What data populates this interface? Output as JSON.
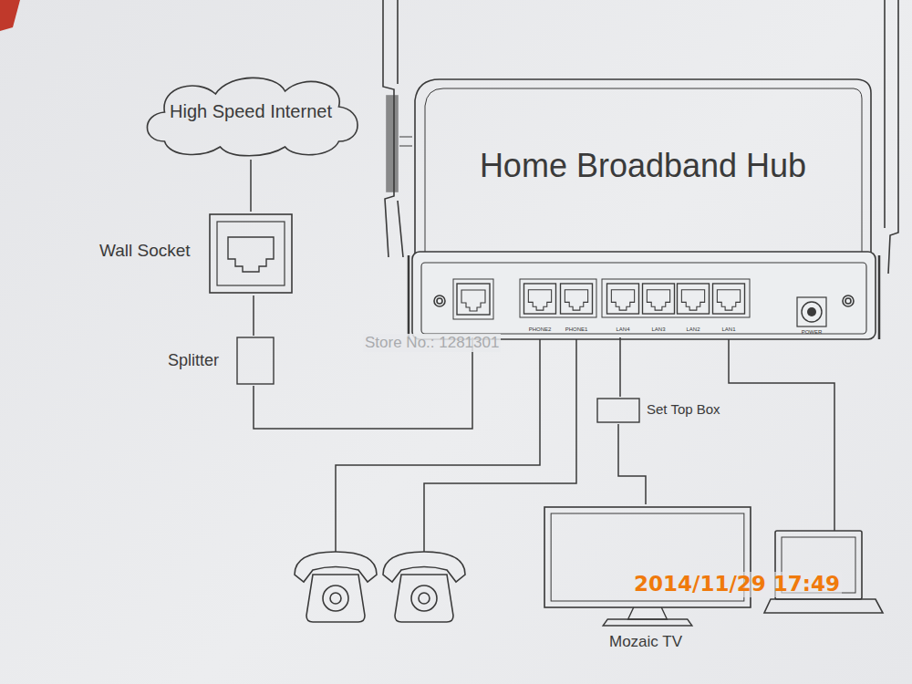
{
  "diagram": {
    "nodes": [
      {
        "text": [
          "High Speed Internet"
        ]
      },
      {
        "text": [
          "Wall Socket"
        ]
      },
      {
        "text": [
          "Splitter"
        ]
      },
      {
        "text": [
          "Home Broadband Hub"
        ]
      },
      {
        "text": [
          "Set Top Box"
        ]
      },
      {
        "text": [
          "Mozaic TV"
        ]
      }
    ],
    "edges": [
      {
        "from": 0,
        "to": 1,
        "arrow": "none"
      },
      {
        "from": 1,
        "to": 2,
        "arrow": "none"
      },
      {
        "from": 2,
        "to": 3,
        "arrow": "none"
      },
      {
        "from": 3,
        "to": 4,
        "arrow": "none"
      },
      {
        "from": 4,
        "to": 5,
        "arrow": "none"
      }
    ],
    "labels": [
      "PHONE2",
      "PHONE1",
      "LAN4",
      "LAN3",
      "LAN2",
      "LAN1",
      "POWER",
      "Store No.: 1281301",
      "2014/11/29 17:49"
    ]
  }
}
